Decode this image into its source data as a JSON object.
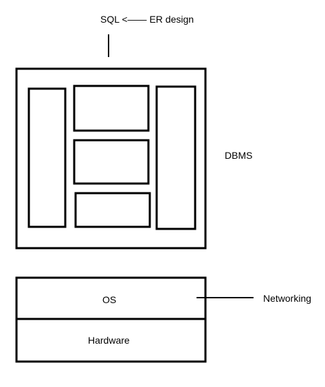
{
  "diagram": {
    "top_label": "SQL <—— ER design",
    "dbms_label": "DBMS",
    "os_label": "OS",
    "hardware_label": "Hardware",
    "networking_label": "Networking"
  },
  "colors": {
    "stroke": "#000000",
    "background": "#ffffff"
  }
}
